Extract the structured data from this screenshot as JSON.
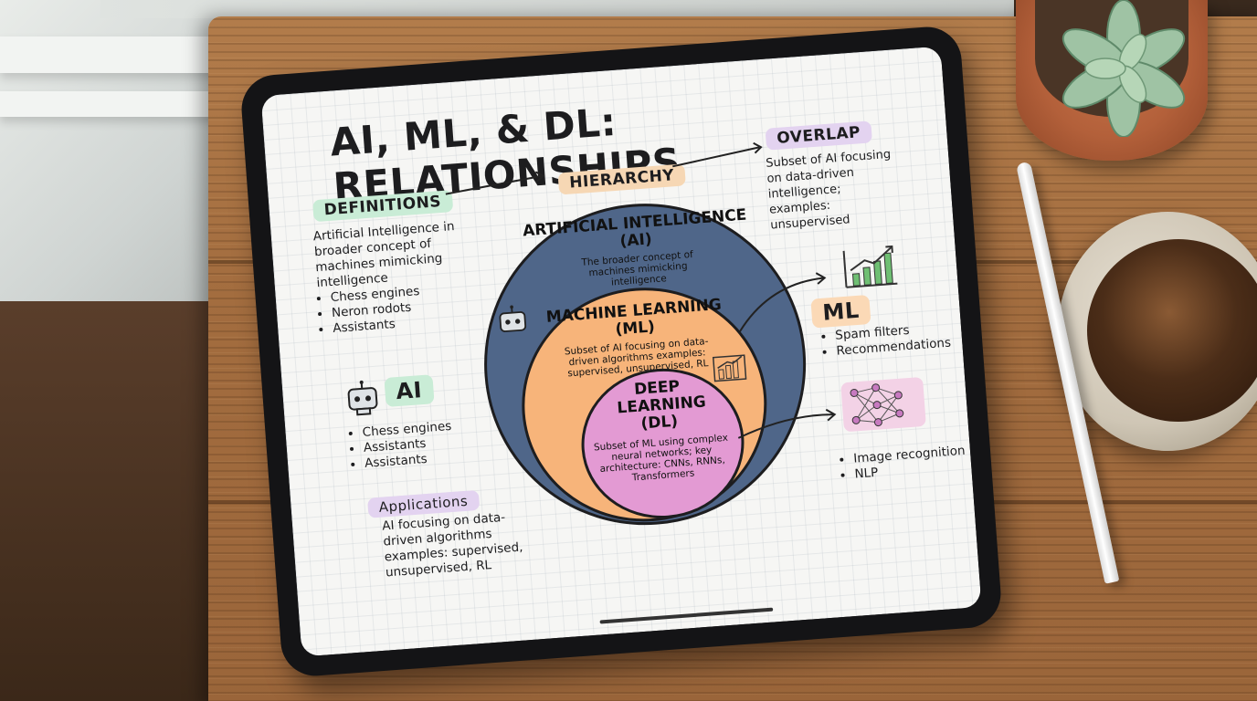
{
  "infographic": {
    "title": "AI, ML, & DL: RELATIONSHIPS",
    "tags": {
      "definitions": "DEFINITIONS",
      "hierarchy": "HIERARCHY",
      "overlap": "OVERLAP",
      "ai": "AI",
      "ml": "ML",
      "applications": "Applications"
    },
    "definitions": {
      "text": "Artificial Intelligence in broader concept of machines mimicking intelligence",
      "items": [
        "Chess engines",
        "Neron rodots",
        "Assistants"
      ]
    },
    "ai_examples": [
      "Chess engines",
      "Assistants",
      "Assistants"
    ],
    "applications": {
      "text": "AI  focusing on data-driven algorithms examples: supervised, unsupervised, RL"
    },
    "overlap": {
      "text": "Subset of AI focusing on data-driven intelligence; examples: unsupervised"
    },
    "ml_examples": [
      "Spam filters",
      "Recommendations"
    ],
    "dl_examples": [
      "Image recognition",
      "NLP"
    ],
    "circles": {
      "ai": {
        "title": "ARTIFICIAL INTELLIGENCE (AI)",
        "desc": "The broader concept of machines mimicking intelligence"
      },
      "ml": {
        "title": "MACHINE LEARNING (ML)",
        "desc": "Subset of AI focusing on data-driven algorithms examples: supervised, unsupervised, RL"
      },
      "dl": {
        "title": "DEEP LEARNING (DL)",
        "desc": "Subset of ML using complex neural networks; key architecture: CNNs, RNNs, Transformers"
      }
    },
    "colors": {
      "ai_circle": "#4f6689",
      "ml_circle": "#f7b47a",
      "dl_circle": "#e39ad3"
    }
  }
}
